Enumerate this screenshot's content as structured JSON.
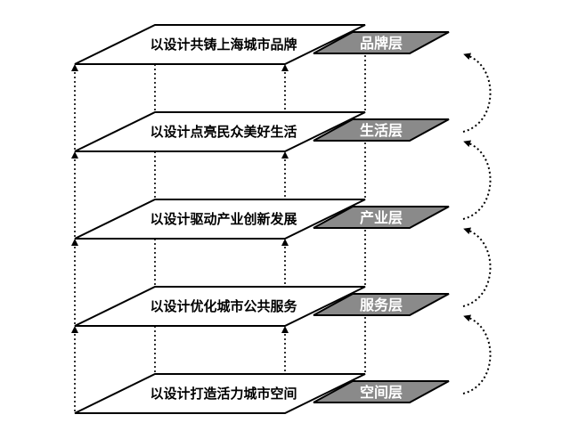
{
  "layers": [
    {
      "statement": "以设计共铸上海城市品牌",
      "tag": "品牌层"
    },
    {
      "statement": "以设计点亮民众美好生活",
      "tag": "生活层"
    },
    {
      "statement": "以设计驱动产业创新发展",
      "tag": "产业层"
    },
    {
      "statement": "以设计优化城市公共服务",
      "tag": "服务层"
    },
    {
      "statement": "以设计打造活力城市空间",
      "tag": "空间层"
    }
  ]
}
